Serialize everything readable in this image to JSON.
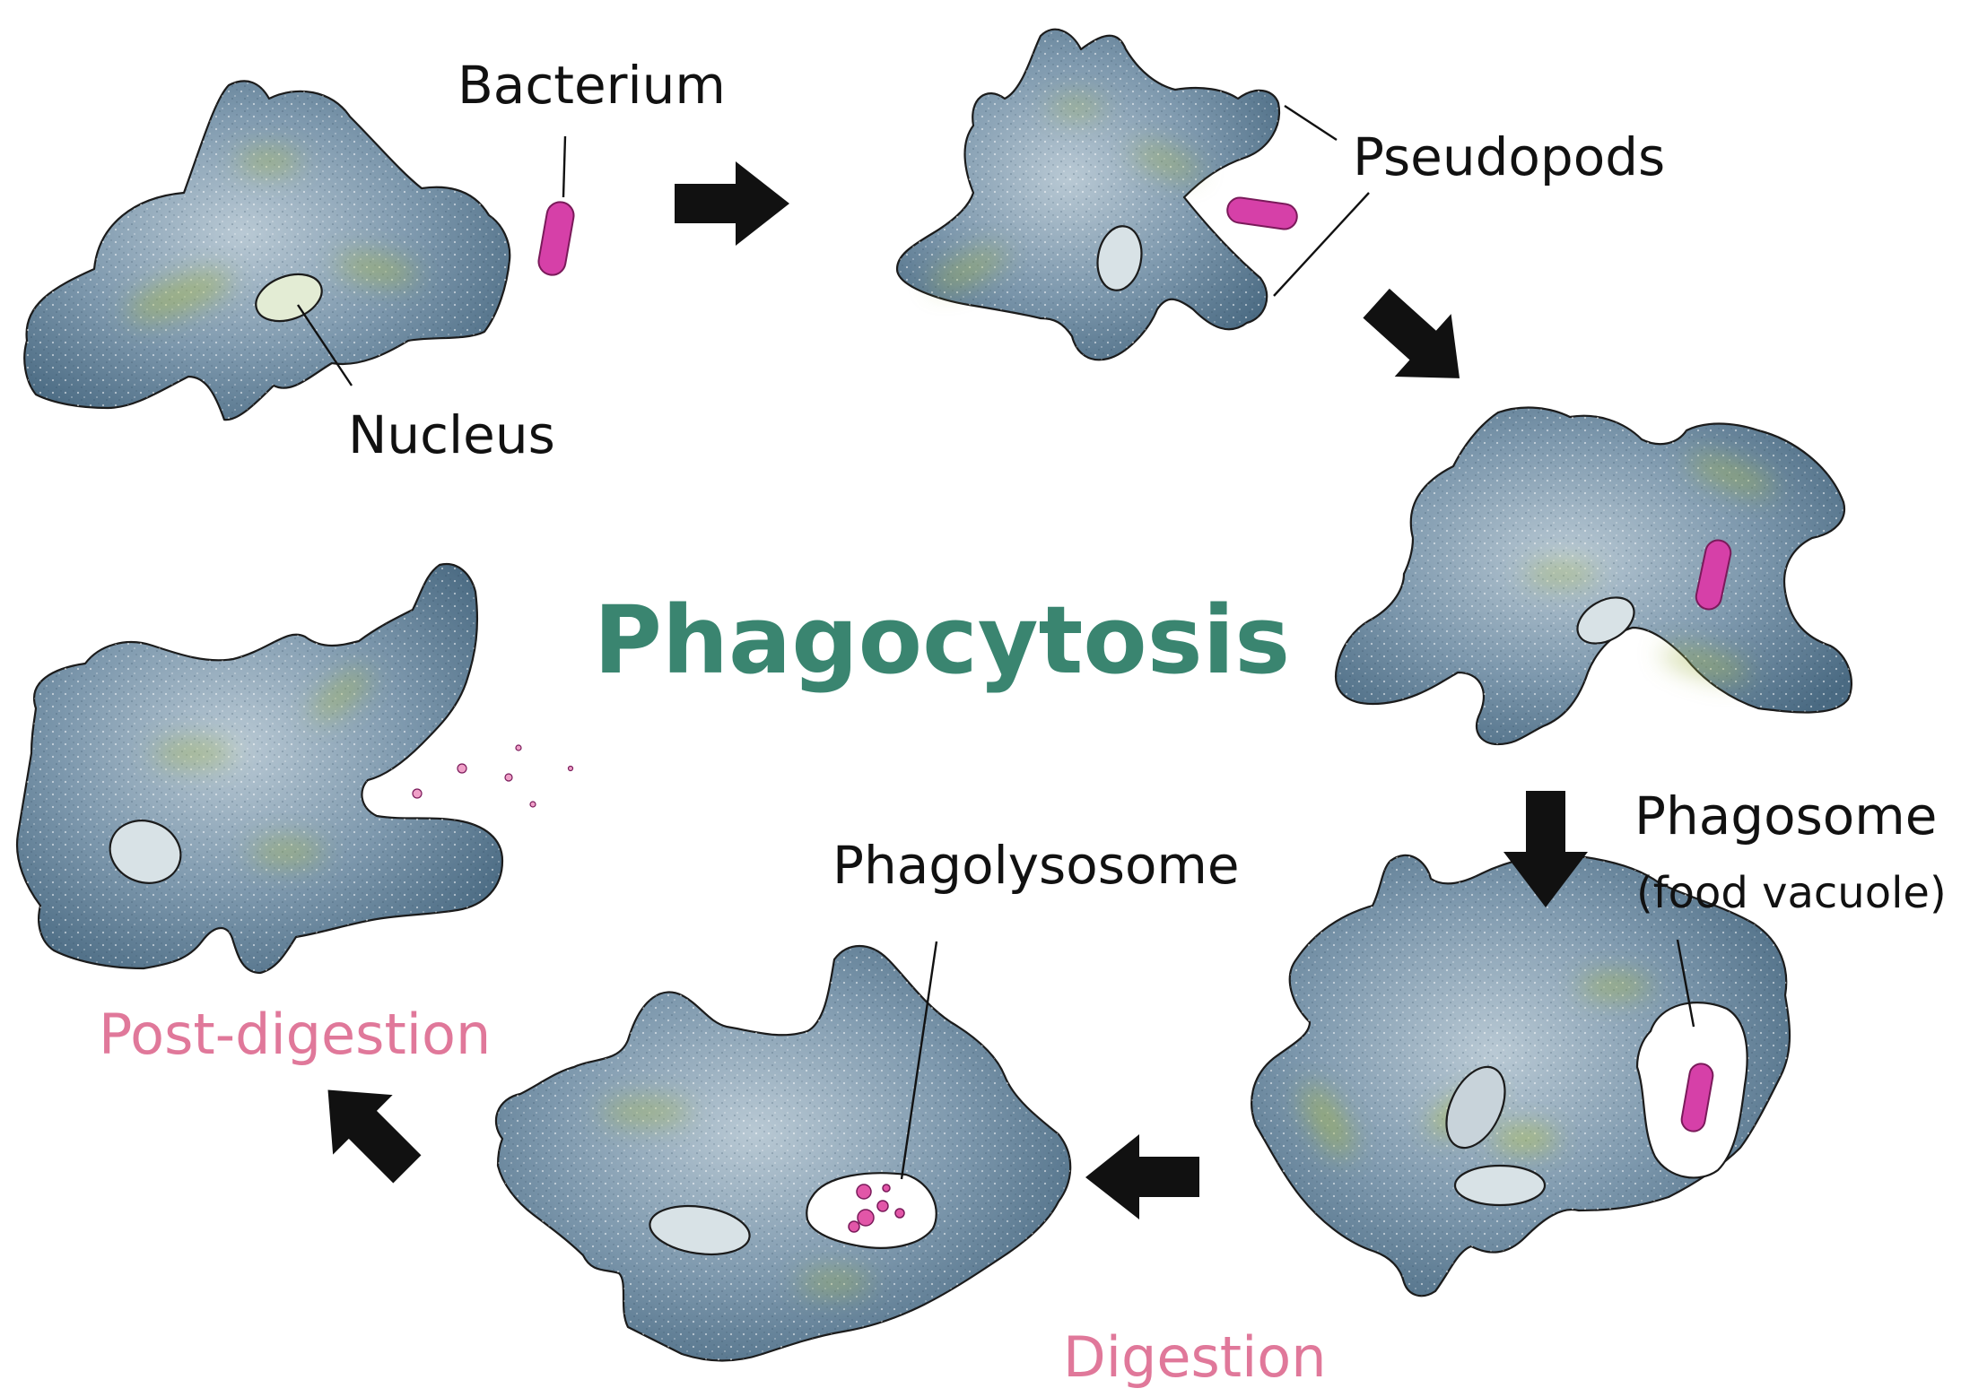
{
  "title": "Phagocytosis",
  "labels": {
    "bacterium": "Bacterium",
    "nucleus": "Nucleus",
    "pseudopods": "Pseudopods",
    "phagosome": "Phagosome",
    "phagosome_note": "(food vacuole)",
    "phagolysosome": "Phagolysosome",
    "digestion": "Digestion",
    "post_digestion": "Post-digestion"
  },
  "colors": {
    "title": "#3a8570",
    "stage_label": "#e0789a",
    "cell_dark": "#4a6a82",
    "cell_light": "#c9d6df",
    "cytoplasm_green": "#a4b650",
    "bacterium": "#d640a8",
    "nucleus": "#d8e2e6",
    "arrow": "#111111"
  },
  "stages": [
    "Bacterium approaches cell",
    "Pseudopods extend",
    "Pseudopods surround bacterium",
    "Phagosome forms",
    "Digestion",
    "Post-digestion"
  ]
}
